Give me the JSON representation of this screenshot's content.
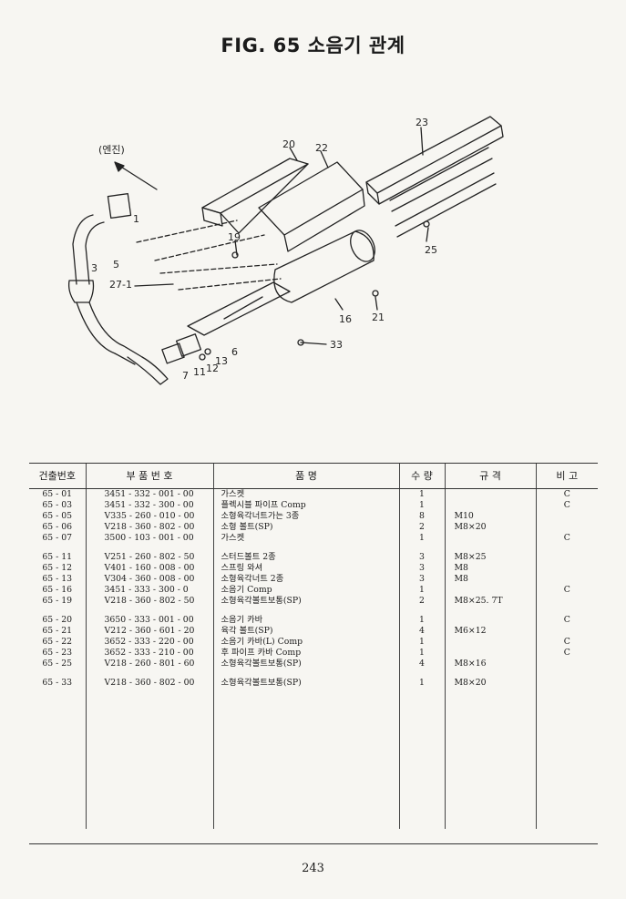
{
  "title": "FIG. 65 소음기 관계",
  "diagram": {
    "engine_label": "(엔진)",
    "callouts": [
      "20",
      "22",
      "23",
      "25",
      "19",
      "1",
      "3",
      "5",
      "27-1",
      "16",
      "21",
      "33",
      "6",
      "13",
      "12",
      "11",
      "7"
    ]
  },
  "table": {
    "headers": [
      "건출번호",
      "부 품 번 호",
      "품 명",
      "수 량",
      "규 격",
      "비 고"
    ],
    "groups": [
      [
        {
          "no": "65 - 01",
          "part": "3451 - 332 - 001 - 00",
          "name": "가스켓",
          "qty": "1",
          "spec": "",
          "remark": "C"
        },
        {
          "no": "65 - 03",
          "part": "3451 - 332 - 300 - 00",
          "name": "플렉시블 파이프 Comp",
          "qty": "1",
          "spec": "",
          "remark": "C"
        },
        {
          "no": "65 - 05",
          "part": "V335 - 260 - 010 - 00",
          "name": "소형육각너트가는 3종",
          "qty": "8",
          "spec": "M10",
          "remark": ""
        },
        {
          "no": "65 - 06",
          "part": "V218 - 360 - 802 - 00",
          "name": "소형 볼트(SP)",
          "qty": "2",
          "spec": "M8×20",
          "remark": ""
        },
        {
          "no": "65 - 07",
          "part": "3500 - 103 - 001 - 00",
          "name": "가스켓",
          "qty": "1",
          "spec": "",
          "remark": "C"
        }
      ],
      [
        {
          "no": "65 - 11",
          "part": "V251 - 260 - 802 - 50",
          "name": "스터드볼트 2종",
          "qty": "3",
          "spec": "M8×25",
          "remark": ""
        },
        {
          "no": "65 - 12",
          "part": "V401 - 160 - 008 - 00",
          "name": "스프링 와셔",
          "qty": "3",
          "spec": "M8",
          "remark": ""
        },
        {
          "no": "65 - 13",
          "part": "V304 - 360 - 008 - 00",
          "name": "소형육각너트 2종",
          "qty": "3",
          "spec": "M8",
          "remark": ""
        },
        {
          "no": "65 - 16",
          "part": "3451 - 333 - 300 - 0",
          "name": "소음기 Comp",
          "qty": "1",
          "spec": "",
          "remark": "C"
        },
        {
          "no": "65 - 19",
          "part": "V218 - 360 - 802 - 50",
          "name": "소형육각볼트보통(SP)",
          "qty": "2",
          "spec": "M8×25. 7T",
          "remark": ""
        }
      ],
      [
        {
          "no": "65 - 20",
          "part": "3650 - 333 - 001 - 00",
          "name": "소음기 카바",
          "qty": "1",
          "spec": "",
          "remark": "C"
        },
        {
          "no": "65 - 21",
          "part": "V212 - 360 - 601 - 20",
          "name": "육각 볼트(SP)",
          "qty": "4",
          "spec": "M6×12",
          "remark": ""
        },
        {
          "no": "65 - 22",
          "part": "3652 - 333 - 220 - 00",
          "name": "소음기 카바(L) Comp",
          "qty": "1",
          "spec": "",
          "remark": "C"
        },
        {
          "no": "65 - 23",
          "part": "3652 - 333 - 210 - 00",
          "name": "후 파이프 카바 Comp",
          "qty": "1",
          "spec": "",
          "remark": "C"
        },
        {
          "no": "65 - 25",
          "part": "V218 - 260 - 801 - 60",
          "name": "소형육각볼트보통(SP)",
          "qty": "4",
          "spec": "M8×16",
          "remark": ""
        }
      ],
      [
        {
          "no": "65 - 33",
          "part": "V218 - 360 - 802 - 00",
          "name": "소형육각볼트보통(SP)",
          "qty": "1",
          "spec": "M8×20",
          "remark": ""
        }
      ]
    ]
  },
  "page_number": "243"
}
